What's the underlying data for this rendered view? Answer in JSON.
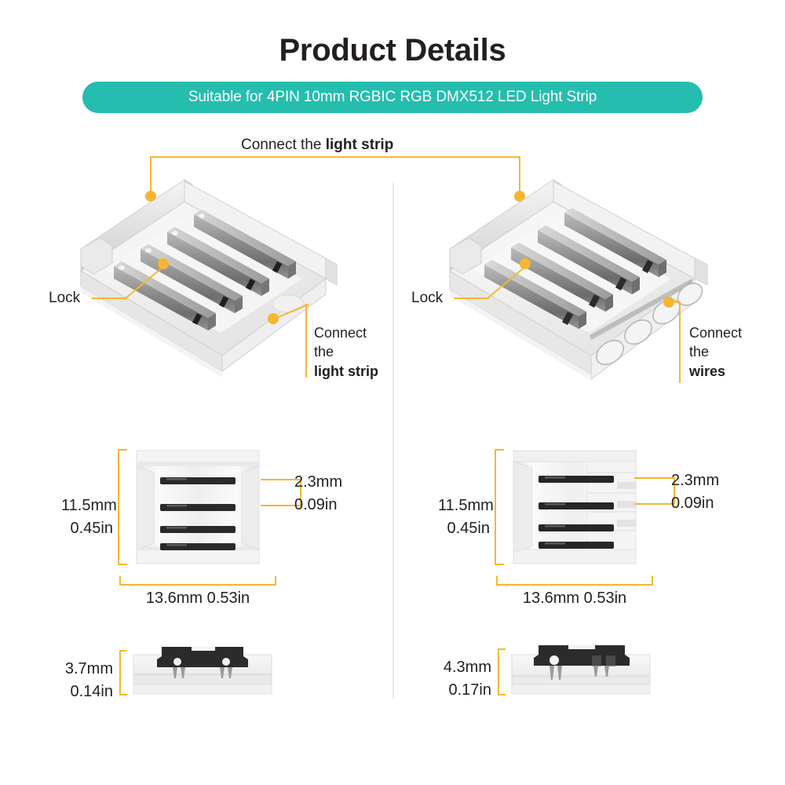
{
  "header": {
    "title": "Product Details",
    "subtitle": "Suitable for 4PIN 10mm RGBIC RGB DMX512 LED Light Strip",
    "banner_color": "#25BDAE"
  },
  "colors": {
    "accent_orange": "#F5B731",
    "text": "#231F20",
    "divider": "#E8E8E8"
  },
  "annotations": {
    "top_connect": {
      "plain": "Connect the ",
      "bold": "light strip"
    },
    "left_lock": "Lock",
    "right_lock": "Lock",
    "left_connect": {
      "line1": "Connect",
      "line2": "the",
      "bold": "light strip"
    },
    "right_connect": {
      "line1": "Connect",
      "line2": "the",
      "bold": "wires"
    }
  },
  "dimensions": {
    "left": {
      "height_mm": "11.5mm",
      "height_in": "0.45in",
      "width": "13.6mm 0.53in",
      "pitch_mm": "2.3mm",
      "pitch_in": "0.09in",
      "thickness_mm": "3.7mm",
      "thickness_in": "0.14in"
    },
    "right": {
      "height_mm": "11.5mm",
      "height_in": "0.45in",
      "width": "13.6mm 0.53in",
      "pitch_mm": "2.3mm",
      "pitch_in": "0.09in",
      "thickness_mm": "4.3mm",
      "thickness_in": "0.17in"
    }
  },
  "product": {
    "contact_count": 4,
    "wire_hole_count": 4
  }
}
